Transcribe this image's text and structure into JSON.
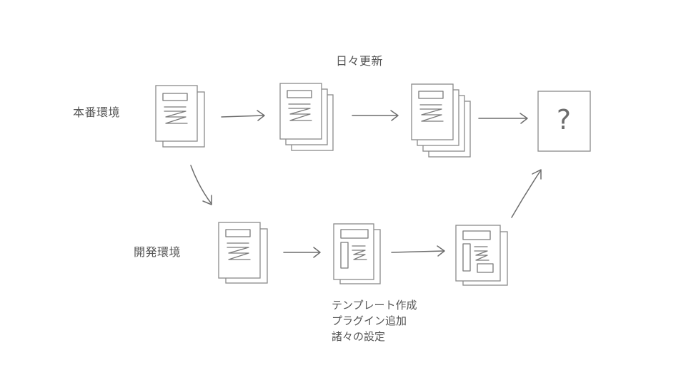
{
  "labels": {
    "daily_update": "日々更新",
    "production": "本番環境",
    "development": "開発環境"
  },
  "dev_notes": [
    "テンプレート作成",
    "プラグイン追加",
    "諸々の設定"
  ],
  "unknown_symbol": "?"
}
